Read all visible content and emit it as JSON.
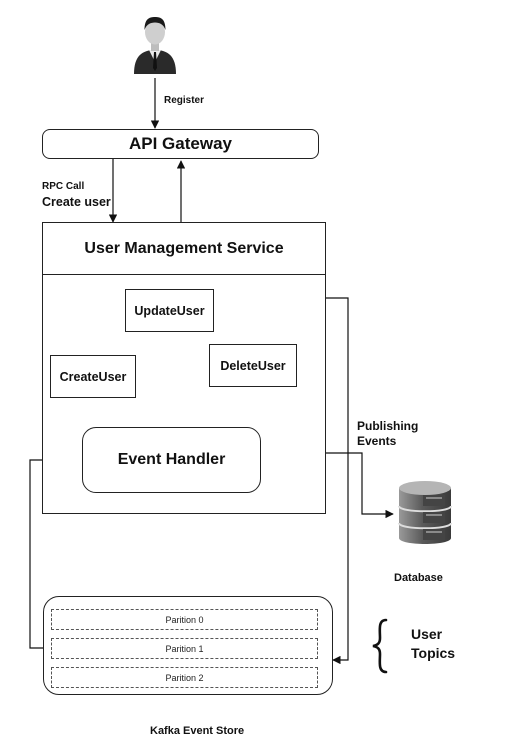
{
  "actions": {
    "register": "Register",
    "rpc_call": "RPC Call",
    "create_user": "Create user",
    "publishing": "Publishing",
    "events": "Events"
  },
  "nodes": {
    "api_gateway": "API Gateway",
    "user_management_service": "User Management Service",
    "update_user": "UpdateUser",
    "create_user": "CreateUser",
    "delete_user": "DeleteUser",
    "event_handler": "Event Handler",
    "database": "Database",
    "kafka_event_store": "Kafka Event Store"
  },
  "topics": {
    "label_line1": "User",
    "label_line2": "Topics",
    "partitions": [
      "Parition 0",
      "Parition 1",
      "Parition 2"
    ]
  },
  "icons": {
    "actor": "user-avatar-icon",
    "database": "database-cylinder-icon",
    "brace": "curly-brace-icon"
  }
}
